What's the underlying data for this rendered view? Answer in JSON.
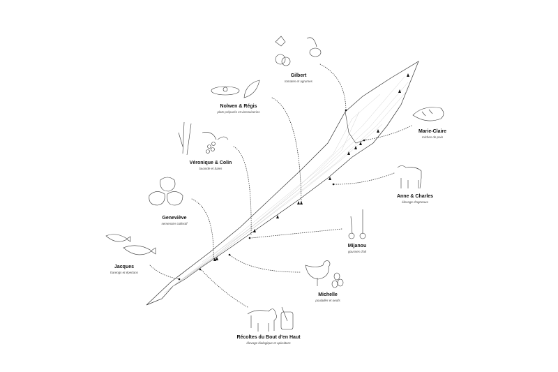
{
  "producers": [
    {
      "id": "gilbert",
      "name": "Gilbert",
      "desc": "tomates et agrumes",
      "icon": "tomato-lemon-icon"
    },
    {
      "id": "nolwen",
      "name": "Nolwen & Régis",
      "desc": "plats préparés et viennoiseries",
      "icon": "plate-croissant-icon"
    },
    {
      "id": "veronique",
      "name": "Véronique & Colin",
      "desc": "lavande et baies",
      "icon": "lavender-berries-icon"
    },
    {
      "id": "genevieve",
      "name": "Geneviève",
      "desc": "semencier collectif",
      "icon": "seeds-icon"
    },
    {
      "id": "jacques",
      "name": "Jacques",
      "desc": "harengs et éperlans",
      "icon": "fish-icon"
    },
    {
      "id": "recoltes",
      "name": "Récoltes du Bout d'en Haut",
      "desc": "élevage biologique et apiculture",
      "icon": "pig-honey-icon"
    },
    {
      "id": "michelle",
      "name": "Michelle",
      "desc": "poulailler et oeufs",
      "icon": "chicken-eggs-icon"
    },
    {
      "id": "mijanou",
      "name": "Mijanou",
      "desc": "gousses d'ail",
      "icon": "garlic-icon"
    },
    {
      "id": "anne",
      "name": "Anne & Charles",
      "desc": "élevage d'agneaux",
      "icon": "lamb-icon"
    },
    {
      "id": "marie",
      "name": "Marie-Claire",
      "desc": "miches de pain",
      "icon": "bread-icon"
    }
  ]
}
